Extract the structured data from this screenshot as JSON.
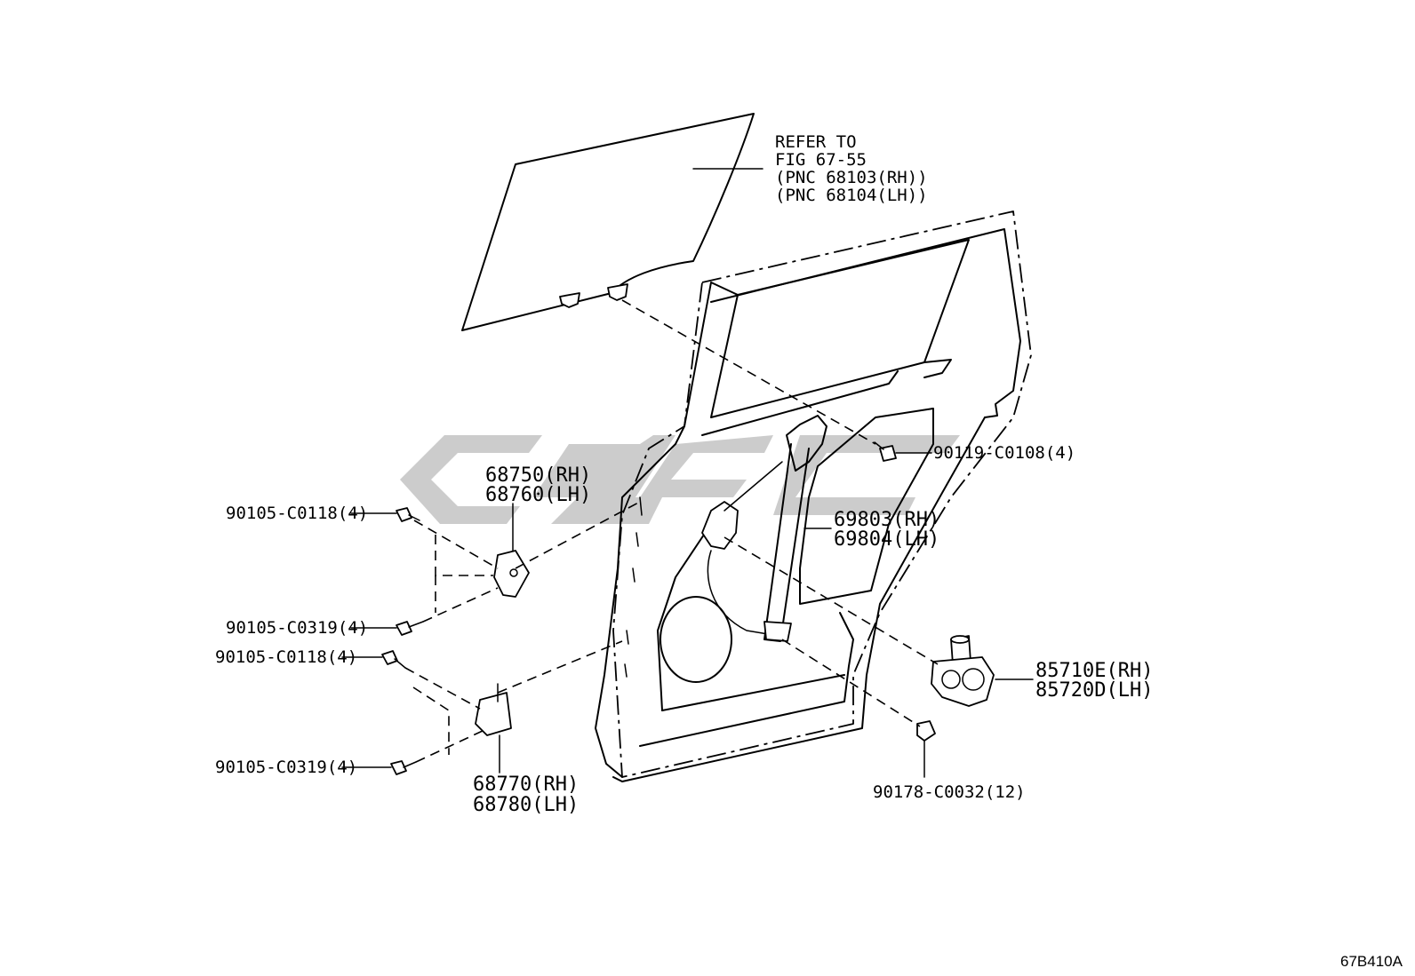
{
  "callouts": {
    "glass_ref": [
      "REFER TO",
      "FIG 67-55",
      "(PNC 68103(RH))",
      "(PNC 68104(LH))"
    ],
    "upper_hinge": [
      "68750(RH)",
      "68760(LH)"
    ],
    "lower_hinge": [
      "68770(RH)",
      "68780(LH)"
    ],
    "regulator": [
      "69803(RH)",
      "69804(LH)"
    ],
    "motor": [
      "85710E(RH)",
      "85720D(LH)"
    ],
    "bolt_regulator": "90119-C0108(4)",
    "nut": "90178-C0032(12)",
    "bolt_upper_1": "90105-C0118(4)",
    "bolt_upper_2": "90105-C0319(4)",
    "bolt_lower_1": "90105-C0118(4)",
    "bolt_lower_2": "90105-C0319(4)"
  },
  "figure_code": "67B410A",
  "watermark_color": "#9a9a9a"
}
